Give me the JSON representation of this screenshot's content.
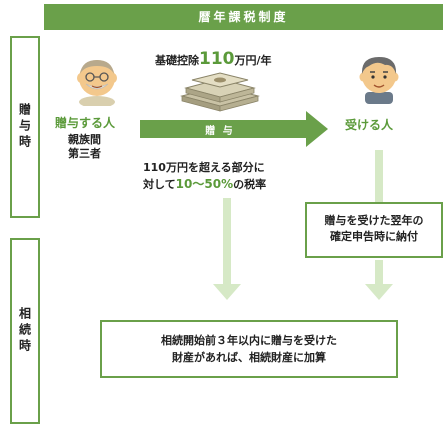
{
  "header": {
    "title": "暦年課税制度"
  },
  "side": {
    "gift": "贈与時",
    "inherit": "相続時"
  },
  "giver": {
    "label": "贈与する人",
    "sub_line1": "親族間",
    "sub_line2": "第三者"
  },
  "receiver": {
    "label": "受ける人"
  },
  "deduction": {
    "prefix": "基礎控除",
    "amount": "110",
    "suffix": "万円/年"
  },
  "gift_arrow": {
    "label": "贈 与"
  },
  "tax": {
    "line1": "110万円を超える部分に",
    "line2_prefix": "対して",
    "rate": "10～50%",
    "line2_suffix": "の税率"
  },
  "pay_box": {
    "line1": "贈与を受けた翌年の",
    "line2": "確定申告時に納付"
  },
  "inherit_box": {
    "line1": "相続開始前３年以内に贈与を受けた",
    "line2": "財産があれば、相続財産に加算"
  },
  "colors": {
    "accent": "#6aa04a",
    "text_green": "#5b9a3a",
    "arrow_light": "#d6e9c6"
  },
  "icons": [
    "elderly-person-icon",
    "money-stack-icon",
    "man-icon",
    "right-arrow-icon",
    "down-arrow-icon"
  ]
}
